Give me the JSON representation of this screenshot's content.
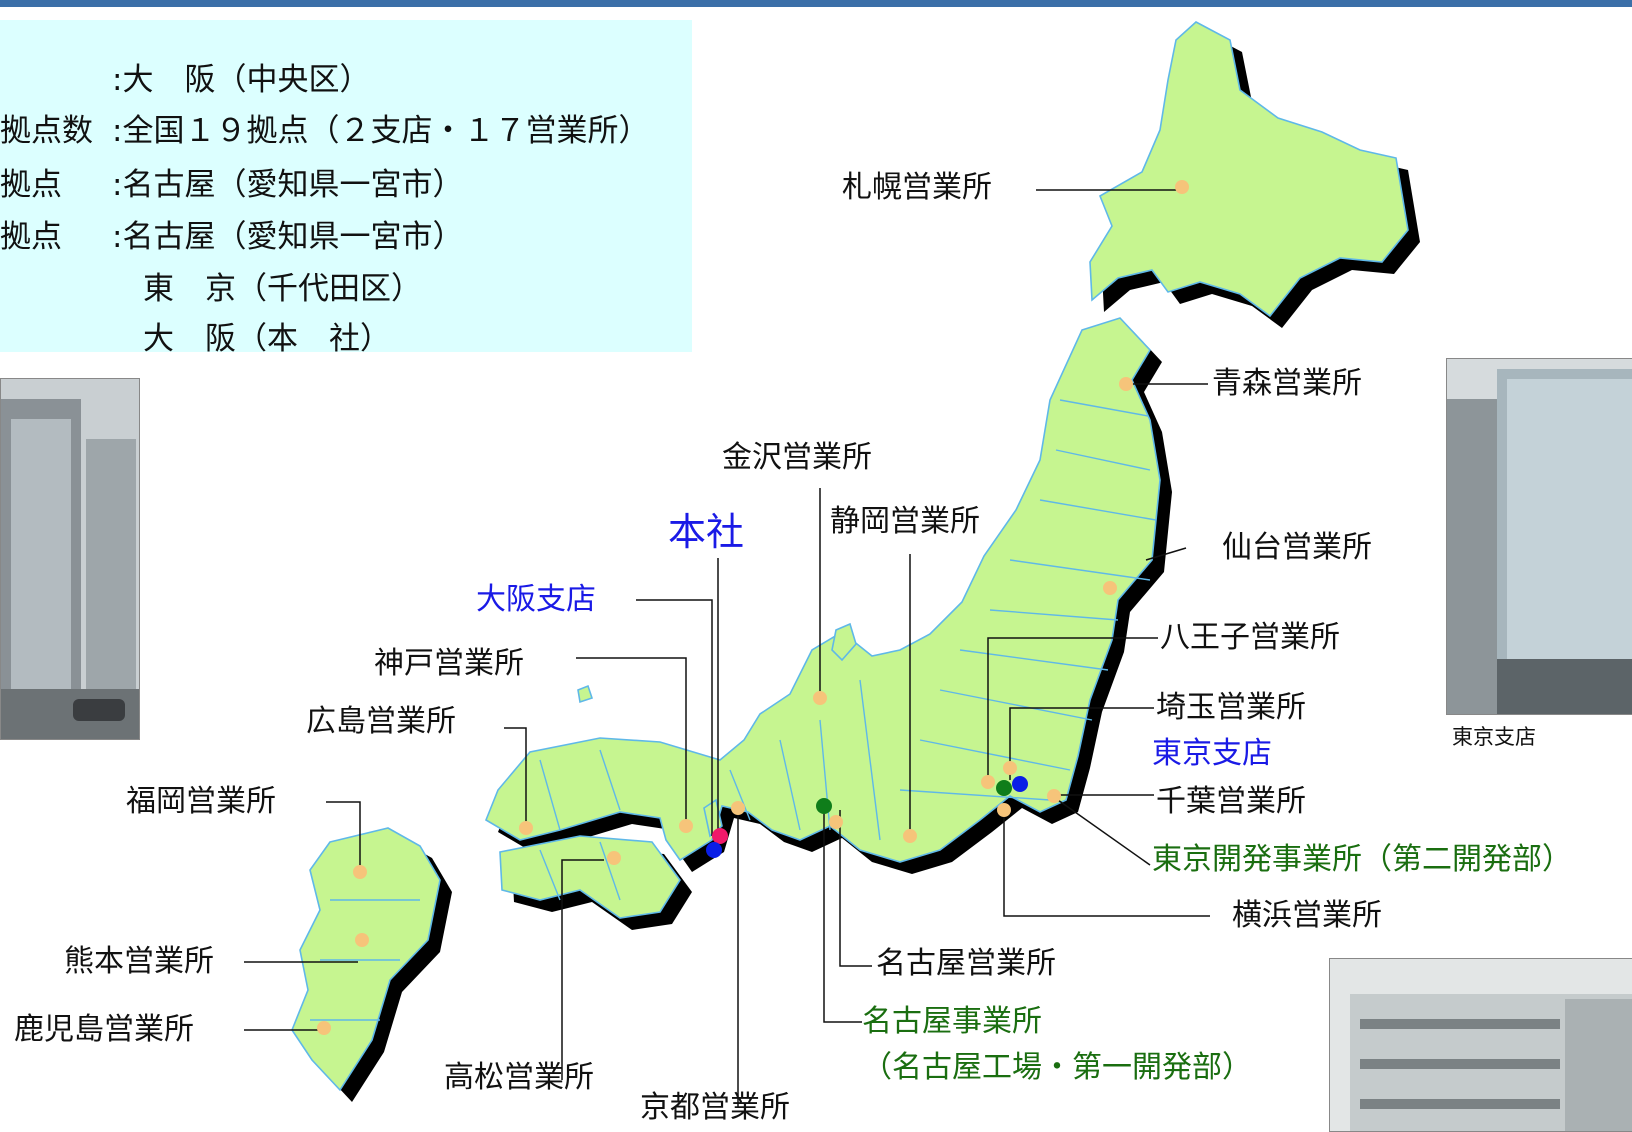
{
  "info": {
    "rows": [
      {
        "key": "",
        "value": ":大　阪（中央区）"
      },
      {
        "key": "拠点数",
        "value": ":全国１９拠点（２支店・１７営業所）"
      },
      {
        "key": "拠点",
        "value": ":名古屋（愛知県一宮市）"
      },
      {
        "key": "拠点",
        "value": ":名古屋（愛知県一宮市）"
      },
      {
        "key": "",
        "value": "　東　京（千代田区）"
      },
      {
        "key": "",
        "value": "　大　阪（本　社）"
      }
    ]
  },
  "labels": {
    "sapporo": "札幌営業所",
    "aomori": "青森営業所",
    "sendai": "仙台営業所",
    "hachioji": "八王子営業所",
    "saitama": "埼玉営業所",
    "tokyo_branch": "東京支店",
    "chiba": "千葉営業所",
    "tokyo_dev": "東京開発事業所（第二開発部）",
    "yokohama": "横浜営業所",
    "nagoya_sales": "名古屋営業所",
    "nagoya_office": "名古屋事業所",
    "nagoya_office_sub": "（名古屋工場・第一開発部）",
    "kyoto": "京都営業所",
    "takamatsu": "高松営業所",
    "kagoshima": "鹿児島営業所",
    "kumamoto": "熊本営業所",
    "fukuoka": "福岡営業所",
    "hiroshima": "広島営業所",
    "kobe": "神戸営業所",
    "osaka_branch": "大阪支店",
    "honsha": "本社",
    "kanazawa": "金沢営業所",
    "shizuoka": "静岡営業所"
  },
  "captions": {
    "tokyo_photo": "東京支店"
  },
  "colors": {
    "land": "#c6f590",
    "border": "#5fb8e8",
    "shadow": "#000000",
    "dot_sales": "#f6c47a",
    "dot_branch": "#0a1ee6",
    "dot_factory": "#0f7d1a",
    "dot_hq": "#f01a6a",
    "info_bg": "#dcffff"
  }
}
